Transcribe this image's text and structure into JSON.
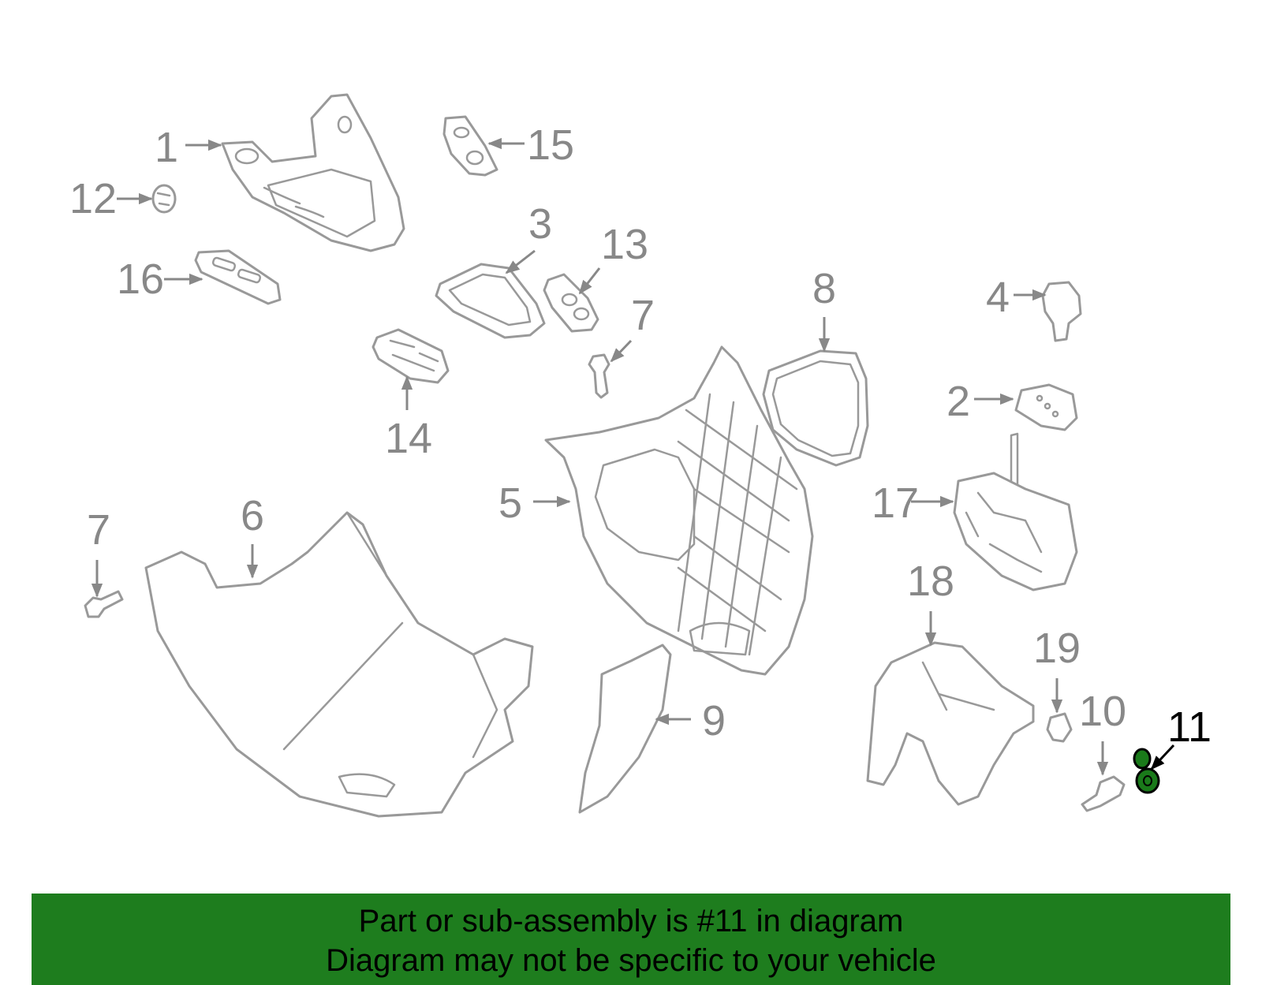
{
  "colors": {
    "part_stroke": "#999999",
    "callout_text": "#888888",
    "highlight_fill": "#1a7a1a",
    "highlight_text": "#000000",
    "banner": "#1e7d1e"
  },
  "callouts": {
    "c1": "1",
    "c2": "2",
    "c3": "3",
    "c4": "4",
    "c5": "5",
    "c6": "6",
    "c7a": "7",
    "c7b": "7",
    "c8": "8",
    "c9": "9",
    "c10": "10",
    "c11": "11",
    "c12": "12",
    "c13": "13",
    "c14": "14",
    "c15": "15",
    "c16": "16",
    "c17": "17",
    "c18": "18",
    "c19": "19"
  },
  "highlighted_part": "11",
  "banner": {
    "line1": "Part or sub-assembly is #11 in diagram",
    "line2": "Diagram may not be specific to your vehicle"
  }
}
